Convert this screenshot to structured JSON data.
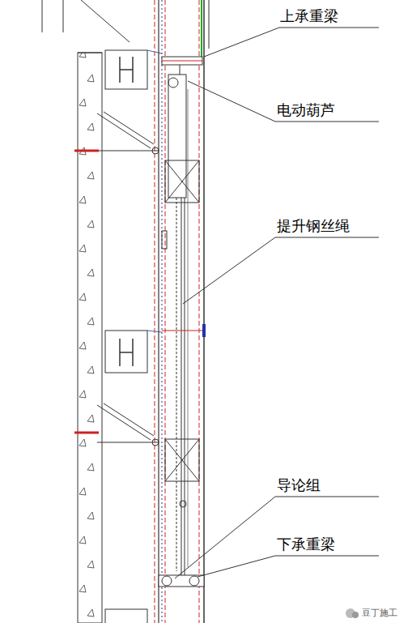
{
  "diagram": {
    "labels": [
      "上承重梁",
      "电动葫芦",
      "提升钢丝绳",
      "导论组",
      "下承重梁",
      "豆丁施工"
    ]
  }
}
